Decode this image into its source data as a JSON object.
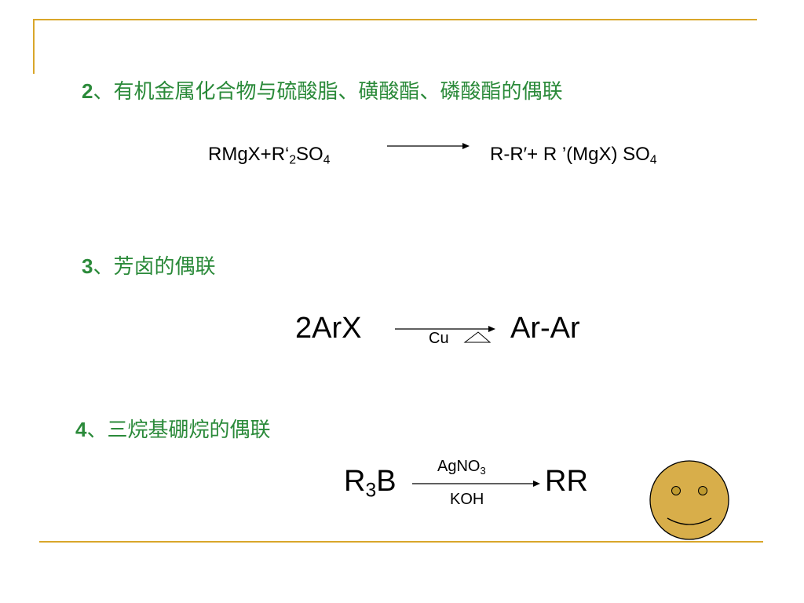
{
  "section2": {
    "num": "2",
    "title": "、有机金属化合物与硫酸脂、磺酸酯、磷酸酯的偶联",
    "eq_left": "RMgX+R‘",
    "eq_left_sub": "2",
    "eq_left_tail": "SO",
    "eq_left_sub2": "4",
    "eq_right": "R-R′+ R ’(MgX) SO",
    "eq_right_sub": "4"
  },
  "section3": {
    "num": "3",
    "title": "、芳卤的偶联",
    "eq_left": "2ArX",
    "catalyst": "Cu",
    "eq_right": "Ar-Ar"
  },
  "section4": {
    "num": "4",
    "title": "、三烷基硼烷的偶联",
    "eq_left_main": "R",
    "eq_left_sub": "3",
    "eq_left_tail": "B",
    "reagent_top": "AgNO",
    "reagent_top_sub": "3",
    "reagent_bottom": "KOH",
    "eq_right": "RR"
  },
  "colors": {
    "accent": "#d9a62a",
    "heading": "#2b8a3a",
    "smiley_fill": "#d8ae4a",
    "smiley_face_fill": "#bf9a2f"
  },
  "icons": {
    "reaction_arrow": "arrow-right-icon",
    "heat_symbol": "triangle-heat-icon",
    "smiley": "smiley-face-icon"
  }
}
